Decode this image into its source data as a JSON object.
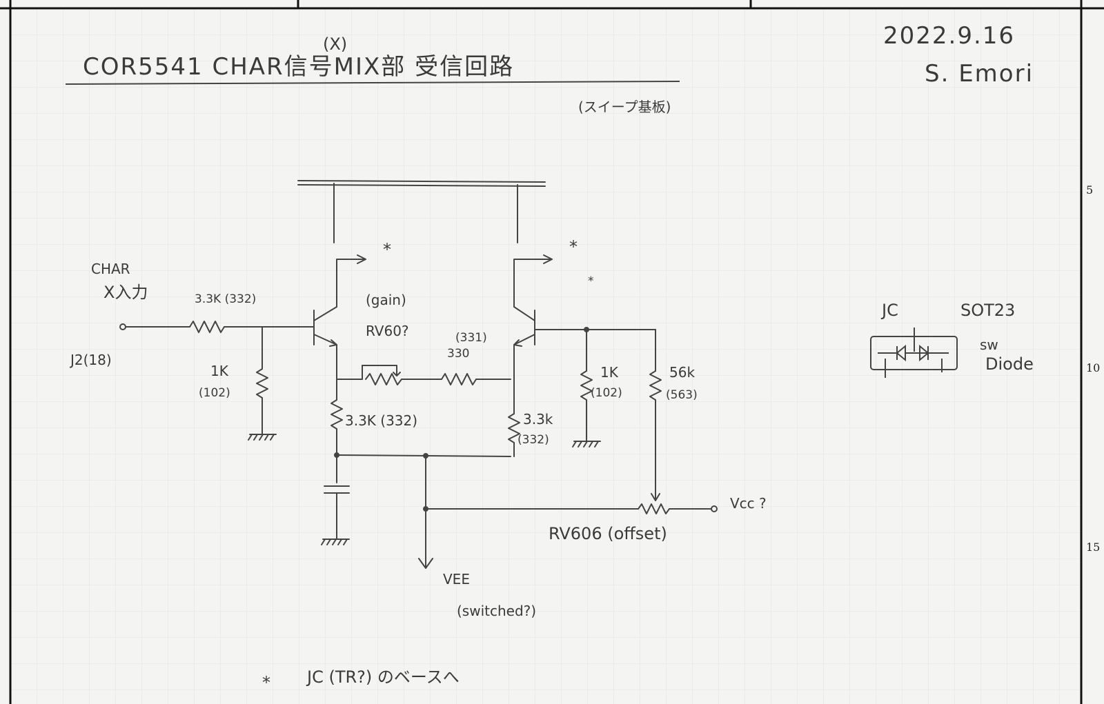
{
  "header": {
    "title": "COR5541  CHAR信号MIX部 受信回路",
    "title_mark": "(X)",
    "subtitle": "(スイープ基板)",
    "date": "2022.9.16",
    "author": "S. Emori"
  },
  "margin_numbers": [
    "5",
    "10",
    "15"
  ],
  "circuit": {
    "input_label_1": "CHAR",
    "input_label_2": "X入力",
    "input_connector": "J2(18)",
    "r_in": "3.3K (332)",
    "r_shunt_1": "1K",
    "r_shunt_1_code": "(102)",
    "gain_label": "(gain)",
    "rv_gain": "RV60?",
    "r_330_code": "(331)",
    "r_330": "330",
    "r_emitter_left": "3.3K (332)",
    "r_emitter_right": "3.3k",
    "r_emitter_right_code": "(332)",
    "r_shunt_2": "1K",
    "r_shunt_2_code": "(102)",
    "r_56k": "56k",
    "r_56k_code": "(563)",
    "vcc": "Vcc ?",
    "rv_offset": "RV606 (offset)",
    "vee": "VEE",
    "vee_note": "(switched?)",
    "star_1": "*",
    "star_2": "*",
    "star_3": "*"
  },
  "side_note": {
    "jc": "JC",
    "package": "SOT23",
    "sw": "sw",
    "diode": "Diode"
  },
  "footnote": {
    "mark": "*",
    "text": "JC (TR?) のベースへ"
  }
}
